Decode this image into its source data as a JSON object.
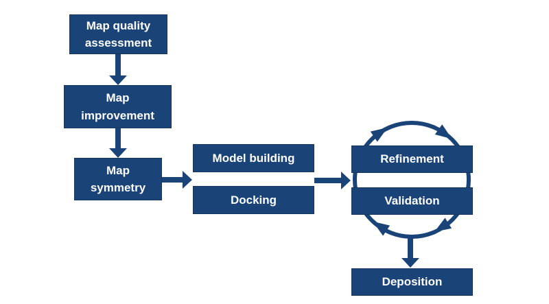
{
  "diagram": {
    "type": "flowchart",
    "boxes": [
      {
        "id": "map-quality-assessment",
        "label": "Map quality\nassessment"
      },
      {
        "id": "map-improvement",
        "label": "Map\nimprovement"
      },
      {
        "id": "map-symmetry",
        "label": "Map\nsymmetry"
      },
      {
        "id": "model-building",
        "label": "Model building"
      },
      {
        "id": "docking",
        "label": "Docking"
      },
      {
        "id": "refinement",
        "label": "Refinement"
      },
      {
        "id": "validation",
        "label": "Validation"
      },
      {
        "id": "deposition",
        "label": "Deposition"
      }
    ],
    "edges": [
      {
        "from": "map-quality-assessment",
        "to": "map-improvement",
        "style": "straight-arrow-down"
      },
      {
        "from": "map-improvement",
        "to": "map-symmetry",
        "style": "straight-arrow-down"
      },
      {
        "from": "map-symmetry",
        "to": "model-building+docking",
        "style": "straight-arrow-right"
      },
      {
        "from": "model-building+docking",
        "to": "refinement+validation",
        "style": "straight-arrow-right"
      },
      {
        "from": "refinement",
        "to": "validation",
        "style": "clockwise-cycle-circle"
      },
      {
        "from": "refinement+validation",
        "to": "deposition",
        "style": "straight-arrow-down"
      }
    ],
    "colors": {
      "background": "#ffffff",
      "box_fill": "#1a4478",
      "box_border": "#16365c",
      "arrow": "#1a4478",
      "label": "#ffffff"
    }
  }
}
